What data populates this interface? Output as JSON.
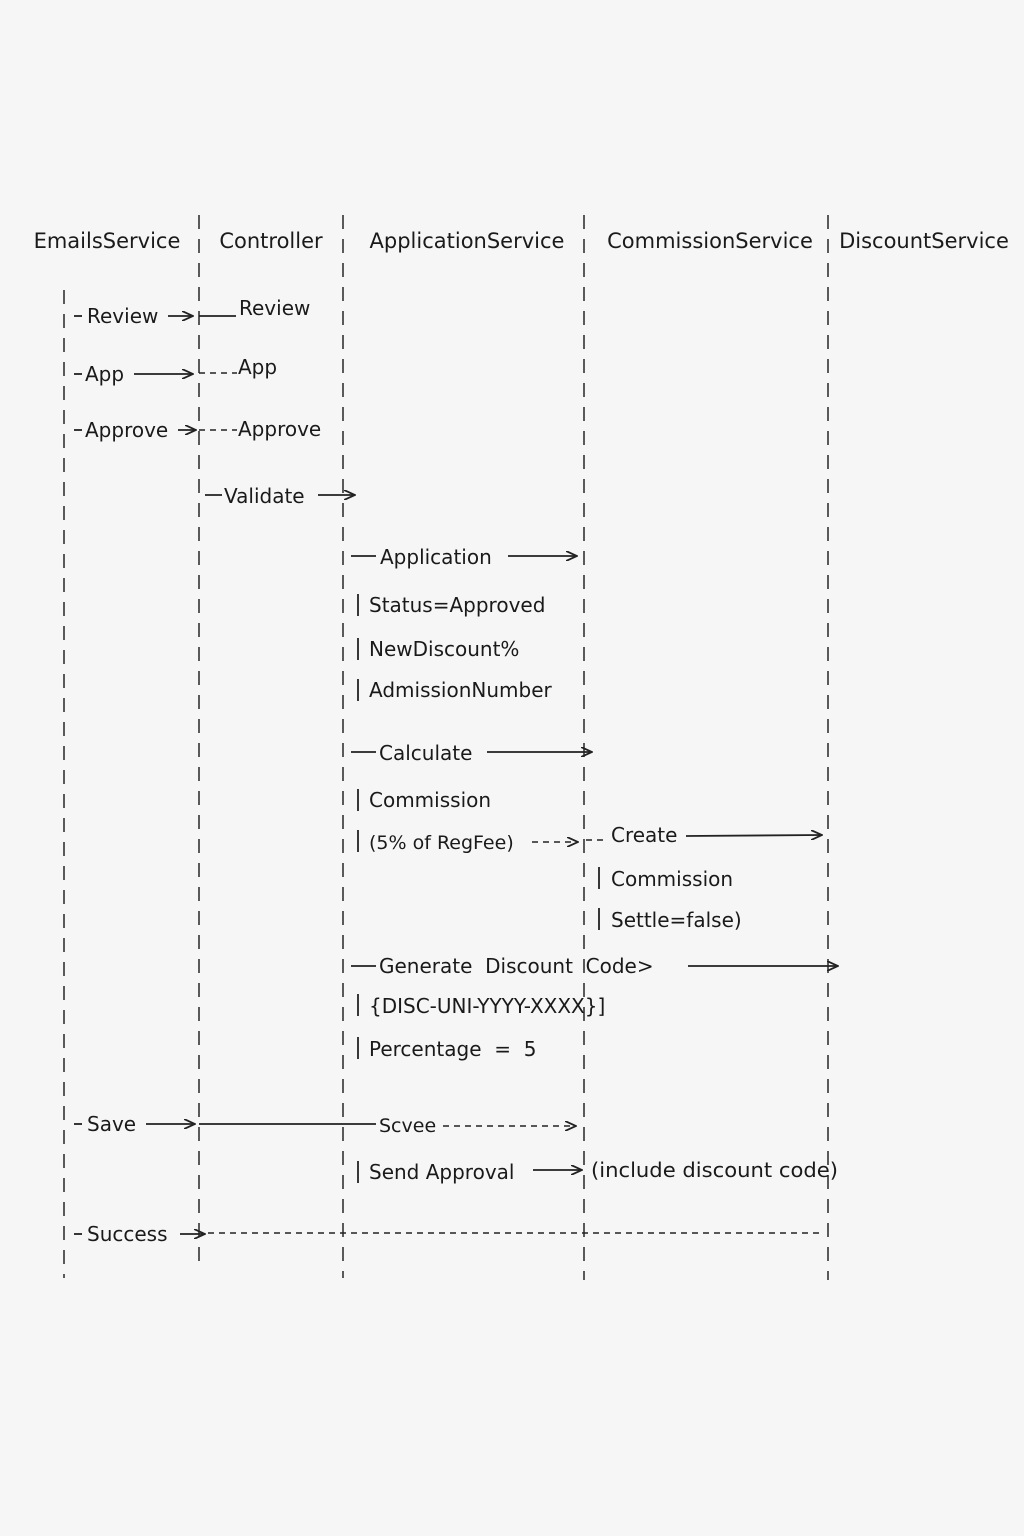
{
  "participants": [
    {
      "name": "EmailsService"
    },
    {
      "name": "Controller"
    },
    {
      "name": "ApplicationService"
    },
    {
      "name": "CommissionService"
    },
    {
      "name": "DiscountService"
    }
  ],
  "messages": [
    {
      "label": "Review",
      "label2": "Review"
    },
    {
      "label": "App",
      "label2": "App"
    },
    {
      "label": "Approve",
      "label2": "Approve"
    },
    {
      "label": "Validate"
    },
    {
      "label": "Application"
    },
    {
      "label": "Calculate"
    },
    {
      "label": "Create"
    },
    {
      "label": "Generate  Discount  Code>"
    },
    {
      "label": "Save",
      "label2": "Scvee"
    },
    {
      "label": "Send Approval"
    },
    {
      "label": "Success"
    }
  ],
  "notes": {
    "application": [
      "Status=Approved",
      "NewDiscount%",
      "AdmissionNumber"
    ],
    "calculate": [
      "Commission",
      "(5% of RegFee)"
    ],
    "create": [
      "Commission",
      "Settle=false)"
    ],
    "discount": [
      "{DISC-UNI-YYYY-XXXX}]",
      "Percentage  =  5"
    ],
    "send_approval": "(include discount code)"
  }
}
